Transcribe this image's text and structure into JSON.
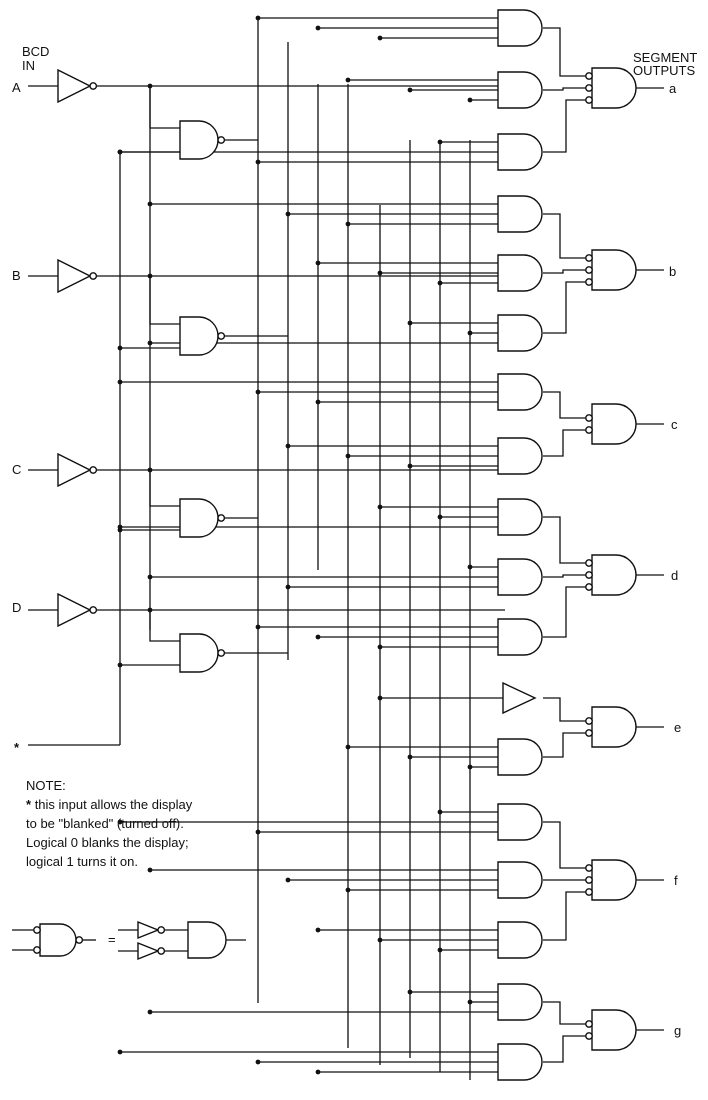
{
  "header": {
    "input_title_line1": "BCD",
    "input_title_line2": "IN",
    "output_title_line1": "SEGMENT",
    "output_title_line2": "OUTPUTS"
  },
  "inputs": [
    "A",
    "B",
    "C",
    "D"
  ],
  "blank_input_marker": "*",
  "outputs": [
    "a",
    "b",
    "c",
    "d",
    "e",
    "f",
    "g"
  ],
  "note": {
    "title": "NOTE:",
    "line1_marker": "*",
    "line1": "this input allows the display",
    "line2": "to be \"blanked\" (turned off).",
    "line3": "Logical 0 blanks the display;",
    "line4": "logical 1 turns it on."
  },
  "equivalence_symbol": "=",
  "colors": {
    "ink": "#111111",
    "background": "#ffffff"
  }
}
